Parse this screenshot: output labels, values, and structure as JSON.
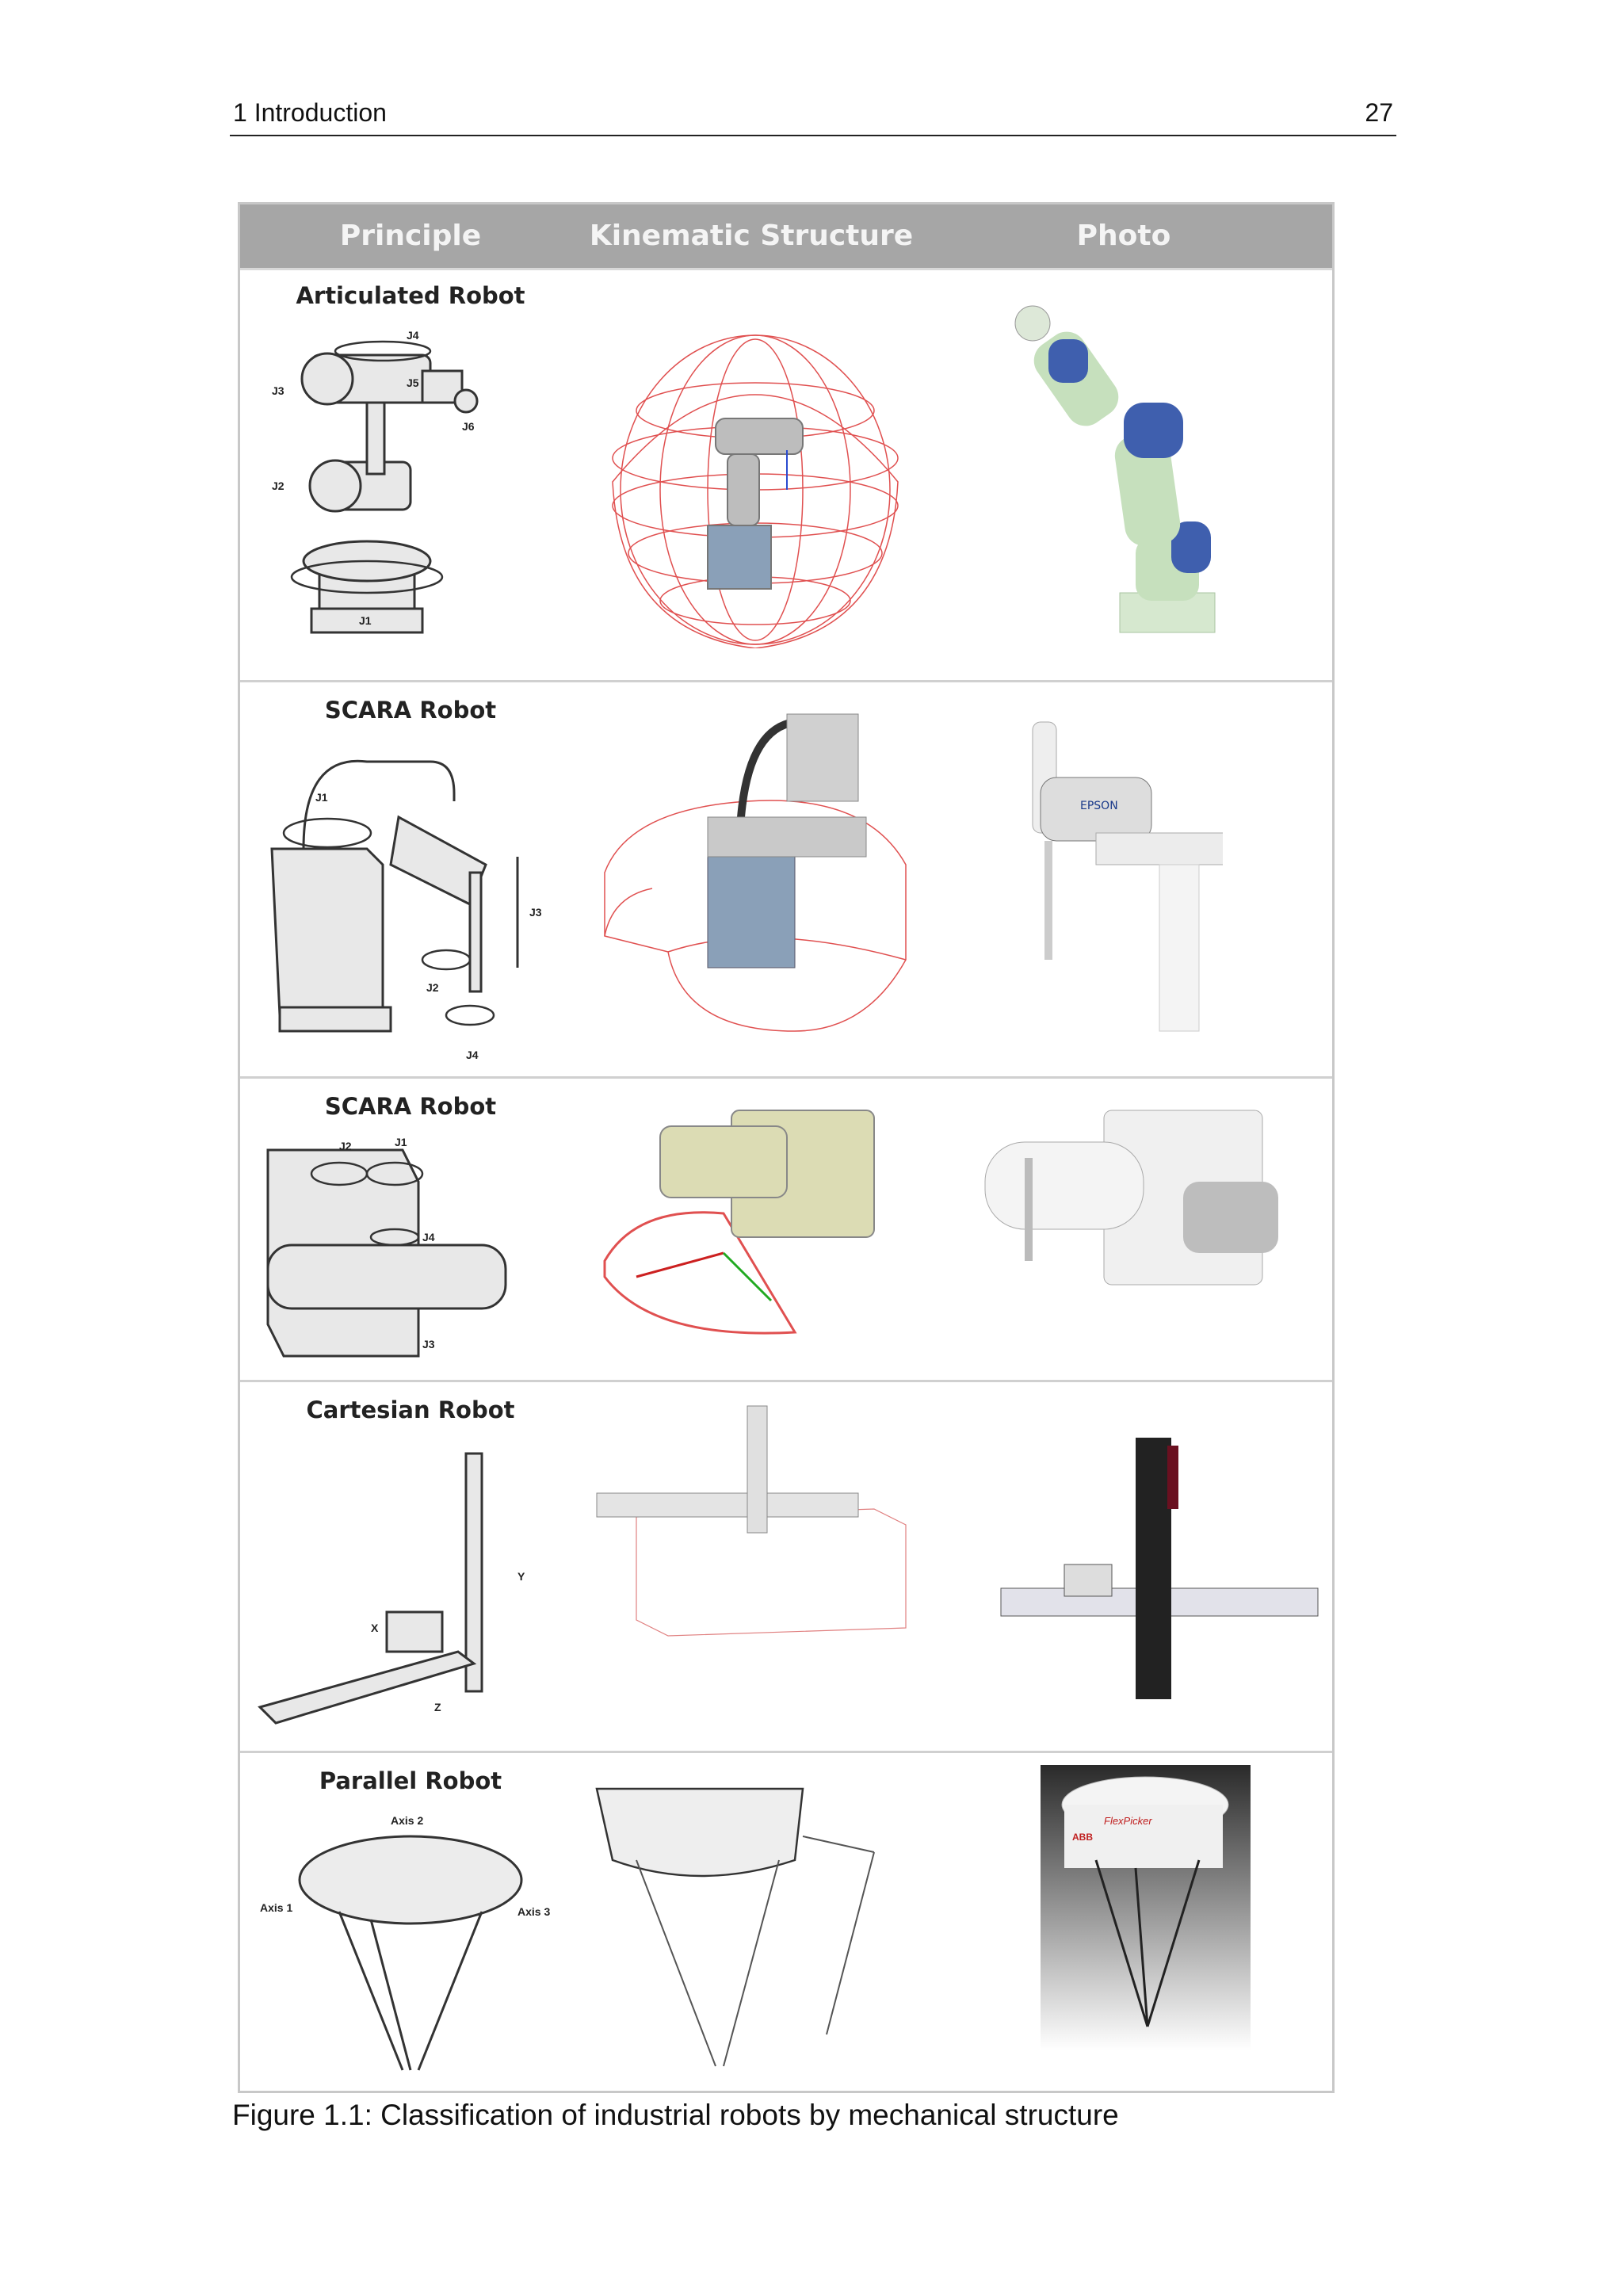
{
  "header": {
    "chapter": "1 Introduction",
    "page_number": "27"
  },
  "table": {
    "columns": [
      "Principle",
      "Kinematic Structure",
      "Photo"
    ],
    "rows": [
      {
        "title": "Articulated Robot",
        "labels": [
          "J1",
          "J2",
          "J3",
          "J4",
          "J5",
          "J6"
        ]
      },
      {
        "title": "SCARA Robot",
        "labels": [
          "J1",
          "J2",
          "J3",
          "J4"
        ],
        "photo_brand": "EPSON"
      },
      {
        "title": "SCARA Robot",
        "labels": [
          "J1",
          "J2",
          "J3",
          "J4"
        ]
      },
      {
        "title": "Cartesian Robot",
        "labels": [
          "X",
          "Y",
          "Z"
        ]
      },
      {
        "title": "Parallel Robot",
        "labels": [
          "Axis 1",
          "Axis 2",
          "Axis 3"
        ],
        "photo_brand": "FlexPicker",
        "photo_logo": "ABB"
      }
    ]
  },
  "caption": "Figure 1.1: Classification of industrial robots by mechanical structure"
}
